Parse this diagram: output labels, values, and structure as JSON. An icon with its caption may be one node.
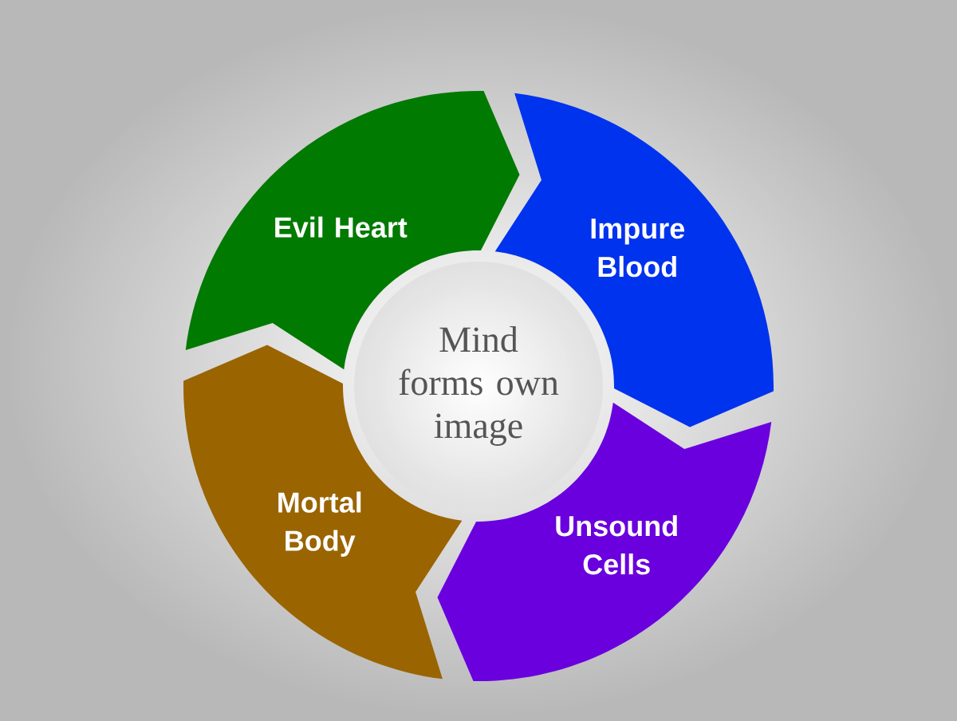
{
  "diagram": {
    "nodes": [
      {
        "text": [
          "Mind forms own image"
        ]
      },
      {
        "text": [
          "Evil Heart"
        ]
      },
      {
        "text": [
          "Impure Blood"
        ]
      },
      {
        "text": [
          "Unsound Cells"
        ]
      },
      {
        "text": [
          "Mortal Body"
        ]
      }
    ]
  }
}
